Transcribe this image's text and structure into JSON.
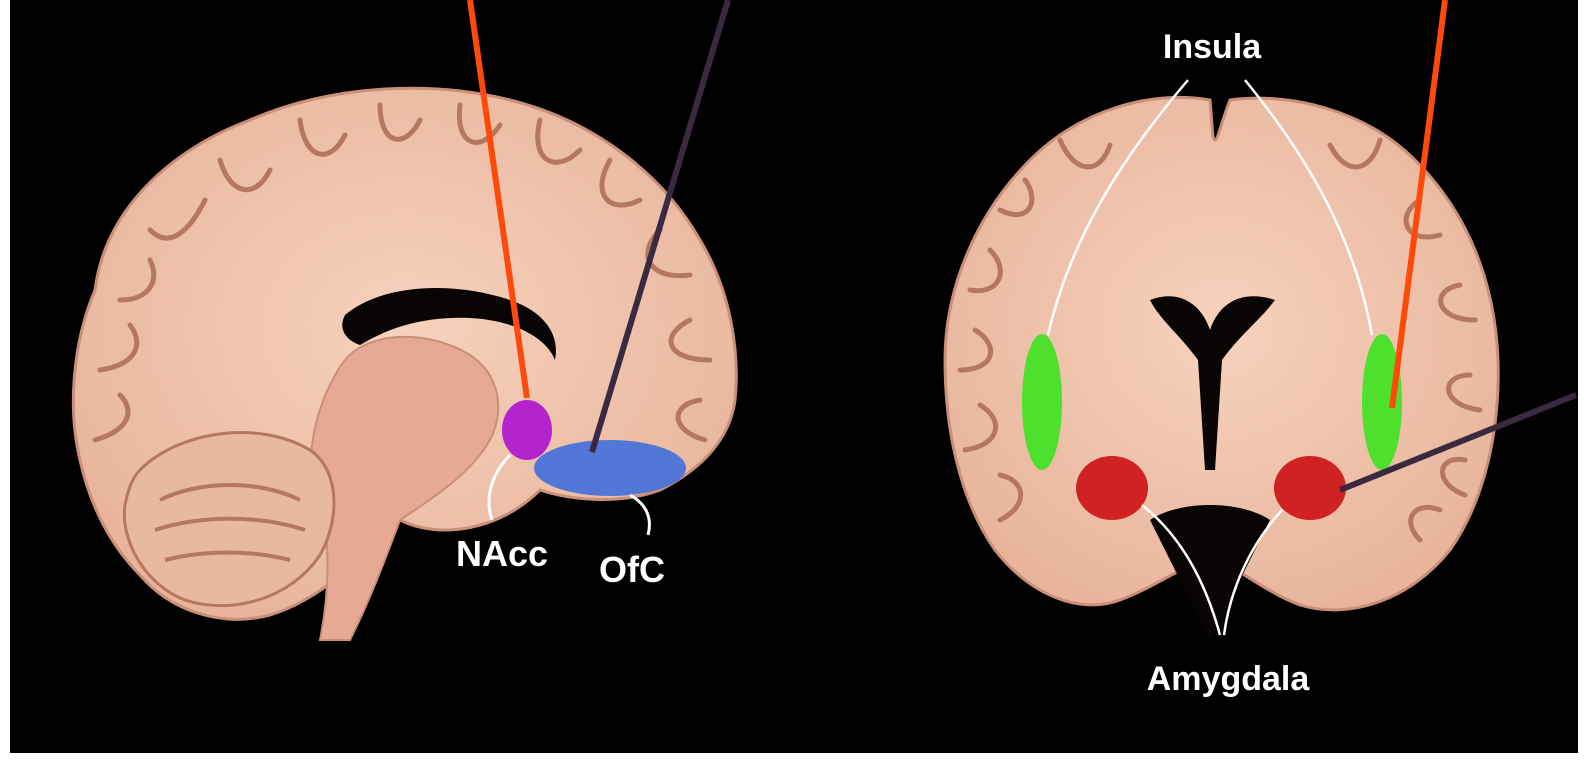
{
  "labels": {
    "nacc": "NAcc",
    "ofc": "OfC",
    "insula": "Insula",
    "amygdala": "Amygdala"
  },
  "colors": {
    "background": "#000000",
    "brain_tissue": "#f2c4aa",
    "brain_shadow": "#c98f79",
    "nacc_region": "#b324cf",
    "ofc_region": "#4a73d9",
    "insula_region": "#4fe02e",
    "amygdala_region": "#d02222",
    "pointer_orange": "#ff4a0a",
    "pointer_dark": "#3a2a40",
    "label_text": "#ffffff"
  }
}
